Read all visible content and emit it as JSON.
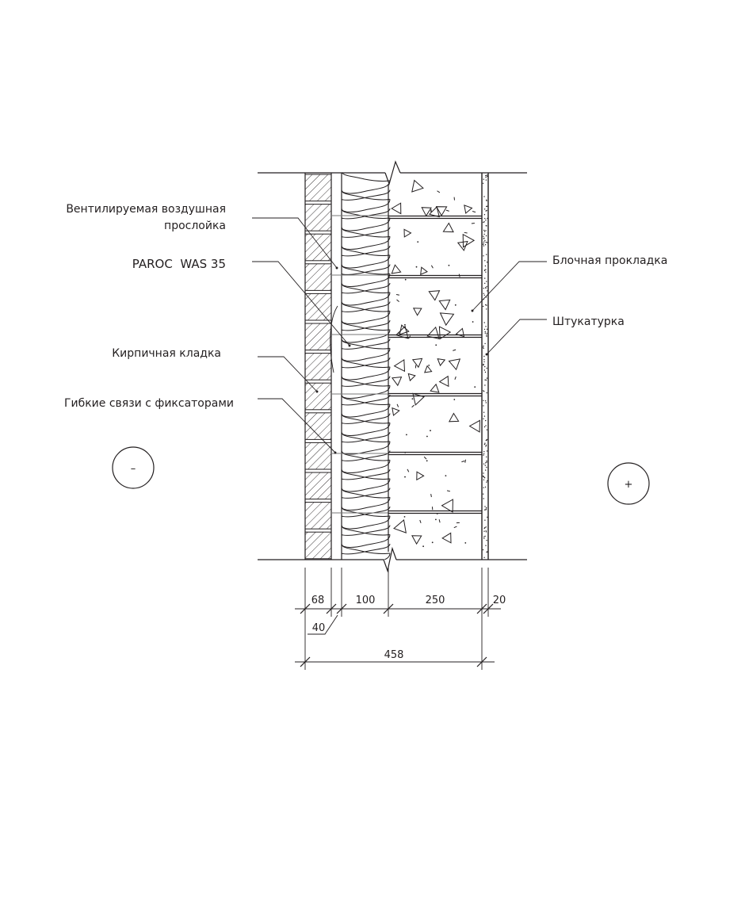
{
  "labels": {
    "air_gap_line1": "Вентилируемая воздушная",
    "air_gap_line2": "прослойка",
    "insulation": "PAROC  WAS 35",
    "brickwork": "Кирпичная кладка",
    "ties": "Гибкие связи с фиксаторами",
    "block_joint": "Блочная прокладка",
    "plaster": "Штукатурка"
  },
  "sides": {
    "outside": "–",
    "inside": "+"
  },
  "dimensions": {
    "brick": "68",
    "gap": "40",
    "insulation": "100",
    "block": "250",
    "plaster": "20",
    "total": "458"
  },
  "colors": {
    "line": "#231f20",
    "joint": "#777777",
    "background": "#ffffff"
  }
}
